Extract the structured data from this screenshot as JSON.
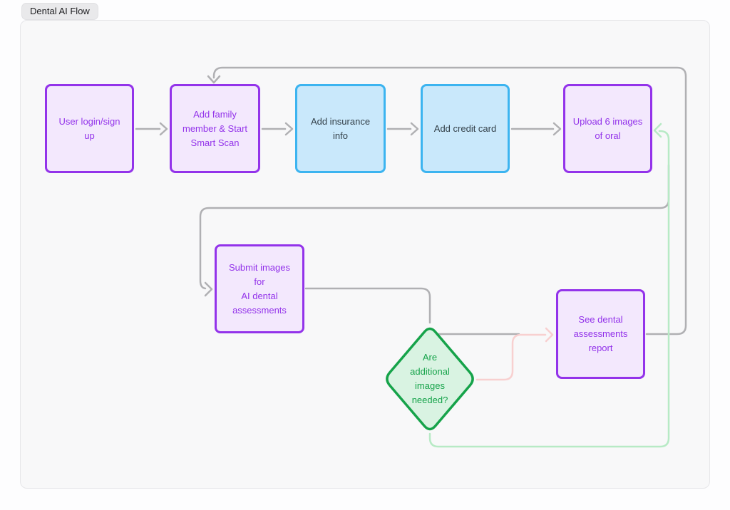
{
  "board": {
    "title": "Dental AI Flow"
  },
  "nodes": {
    "login": {
      "label": "User login/sign up"
    },
    "family": {
      "label": "Add family\nmember & Start\nSmart Scan"
    },
    "insurance": {
      "label": "Add insurance info"
    },
    "credit": {
      "label": "Add credit card"
    },
    "upload": {
      "label": "Upload 6 images\nof oral"
    },
    "submit": {
      "label": "Submit images for\nAI dental\nassessments"
    },
    "decision": {
      "label": "Are\nadditional\nimages\nneeded?"
    },
    "report": {
      "label": "See dental\nassessments\nreport"
    }
  },
  "colors": {
    "purple_border": "#9333ea",
    "purple_fill": "#f3e8fd",
    "purple_text": "#9333ea",
    "blue_border": "#3cb4f0",
    "blue_fill": "#c9e8fb",
    "blue_text": "#334049",
    "green_border": "#16a34a",
    "green_fill": "#d9f3e2",
    "green_text": "#16a34a",
    "edge_gray": "#b0b0b3",
    "edge_pink": "#f8d0d0",
    "edge_green": "#b7eac5",
    "canvas_bg": "#f8f8f9",
    "badge_bg": "#e9e9eb"
  }
}
